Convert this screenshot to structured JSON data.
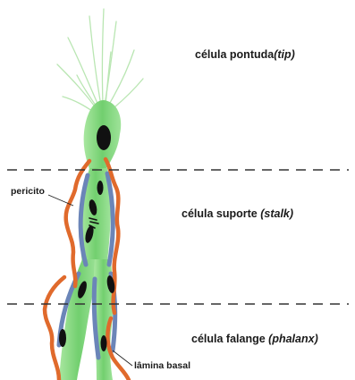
{
  "regions": [
    {
      "name": "célula pontuda",
      "term": "(tip)"
    },
    {
      "name": "célula suporte",
      "term": "(stalk)"
    },
    {
      "name": "célula falange",
      "term": "(phalanx)"
    }
  ],
  "callouts": {
    "pericyte": "pericito",
    "basement_membrane": "lâmina basal"
  },
  "colors": {
    "endothelial_cell": "#8fdc8a",
    "endothelial_cell_dark": "#4fae57",
    "nucleus": "#111111",
    "pericyte": "#e06a2c",
    "basement_membrane": "#6b85b8",
    "divider": "#333333"
  }
}
